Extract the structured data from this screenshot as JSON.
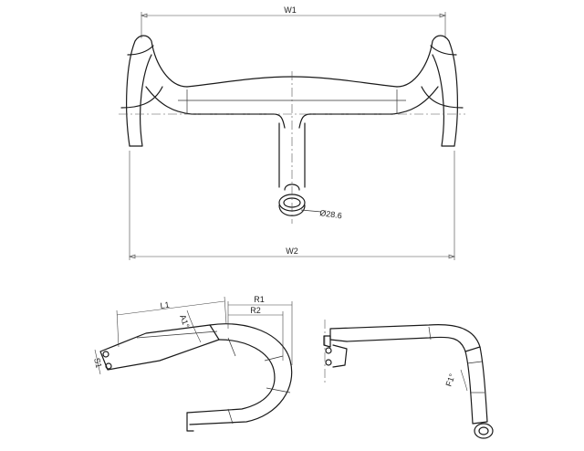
{
  "dimensions": {
    "w1": "W1",
    "w2": "W2",
    "clamp": "Ø28.6",
    "l1": "L1",
    "r1": "R1",
    "r2": "R2",
    "a1": "A1°",
    "s1": "S1",
    "f1": "F1°"
  }
}
